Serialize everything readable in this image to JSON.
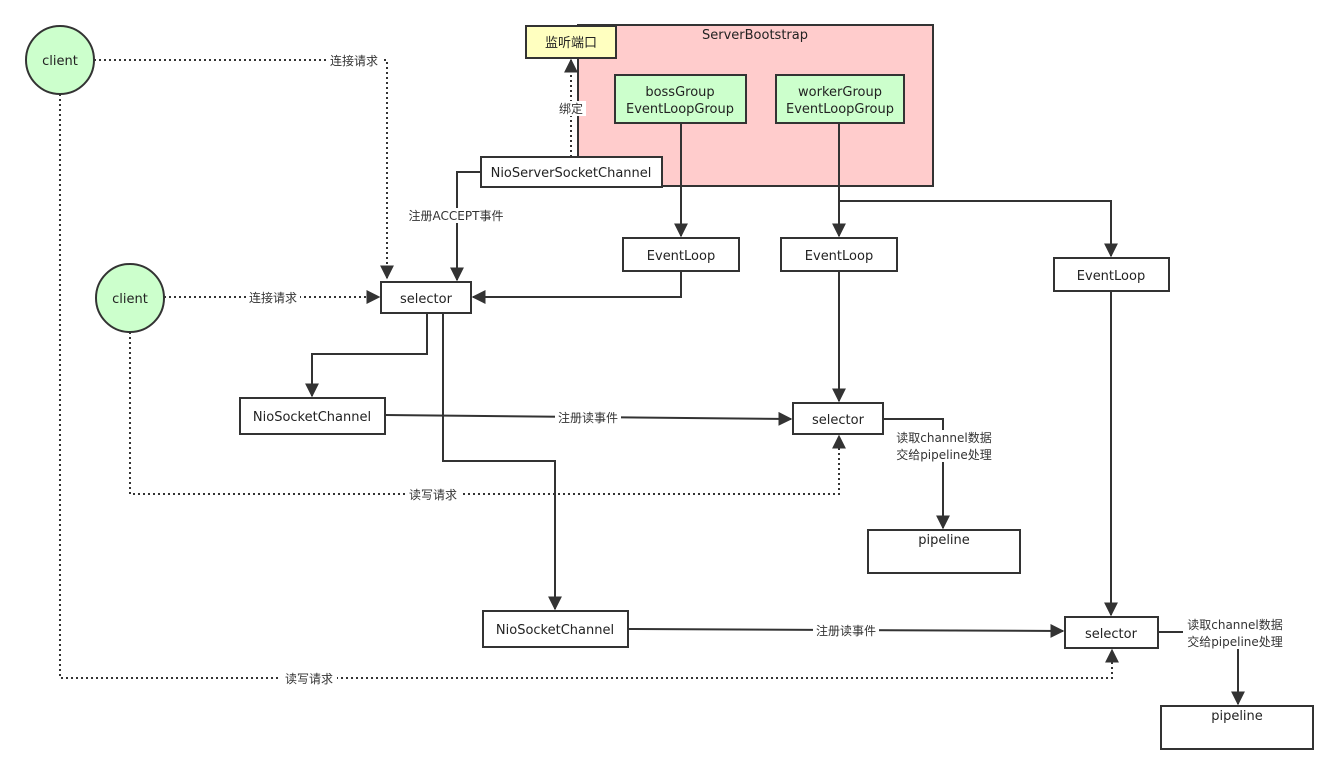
{
  "diagram": {
    "server_bootstrap": "ServerBootstrap",
    "listen_port": "监听端口",
    "boss_group": [
      "bossGroup",
      "EventLoopGroup"
    ],
    "worker_group": [
      "workerGroup",
      "EventLoopGroup"
    ],
    "nio_server_socket_channel": "NioServerSocketChannel",
    "nio_socket_channel": "NioSocketChannel",
    "event_loop": "EventLoop",
    "selector": "selector",
    "pipeline": "pipeline",
    "client": "client",
    "edge_labels": {
      "connect_request": "连接请求",
      "bind": "绑定",
      "register_accept": "注册ACCEPT事件",
      "register_read": "注册读事件",
      "read_write_request": "读写请求",
      "process": [
        "读取channel数据",
        "交给pipeline处理"
      ]
    }
  },
  "colors": {
    "bootstrap_fill": "#ffcccc",
    "group_fill": "#ccffcc",
    "client_fill": "#ccffcc",
    "port_fill": "#ffffc0",
    "stroke": "#333333"
  }
}
